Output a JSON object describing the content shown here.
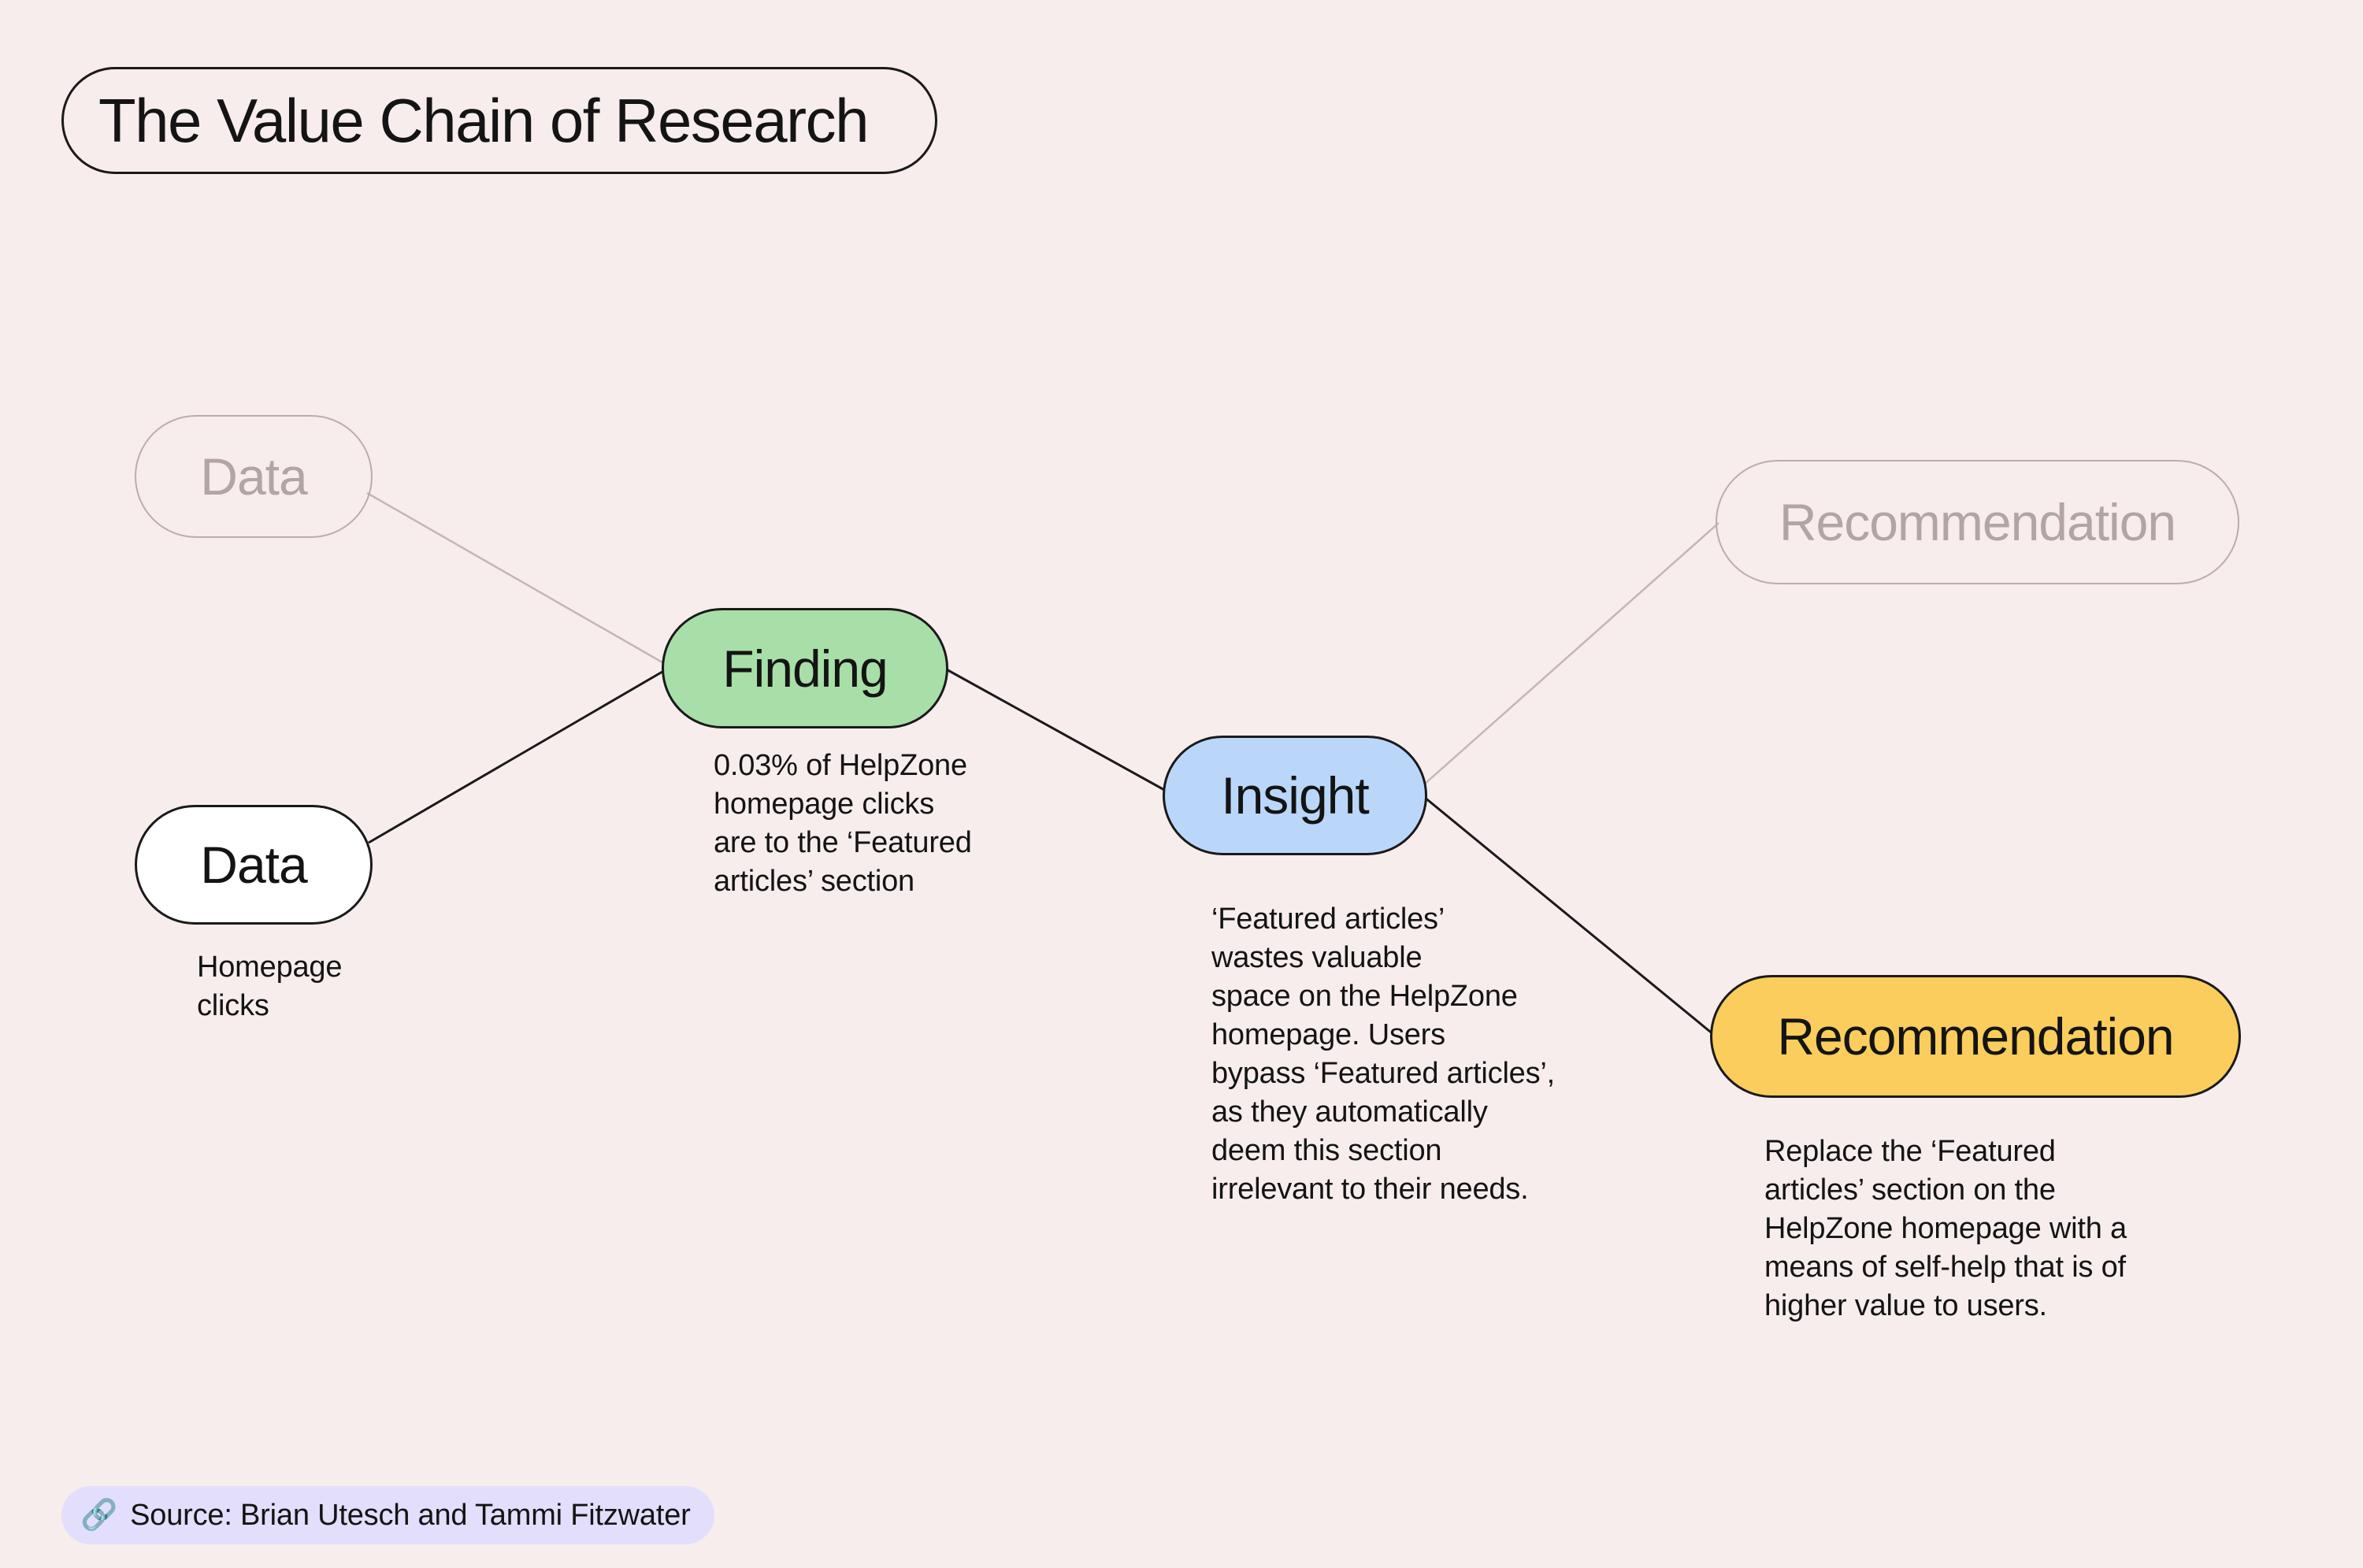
{
  "title": "The Value Chain of Research",
  "nodes": {
    "ghost_data": {
      "label": "Data"
    },
    "data": {
      "label": "Data",
      "caption": "Homepage\nclicks"
    },
    "finding": {
      "label": "Finding",
      "caption": "0.03% of HelpZone\nhomepage clicks\nare to the ‘Featured\narticles’ section"
    },
    "insight": {
      "label": "Insight",
      "caption": "‘Featured articles’\nwastes valuable\nspace on the HelpZone\nhomepage. Users\nbypass ‘Featured articles’,\nas they automatically\ndeem this section\nirrelevant to their needs."
    },
    "ghost_recommendation": {
      "label": "Recommendation"
    },
    "recommendation": {
      "label": "Recommendation",
      "caption": "Replace the ‘Featured\narticles’ section on the\nHelpZone homepage with a\nmeans of self-help that is of\nhigher value to users."
    }
  },
  "edges": [
    {
      "from": "ghost_data",
      "to": "finding",
      "style": "faded"
    },
    {
      "from": "data",
      "to": "finding",
      "style": "solid"
    },
    {
      "from": "finding",
      "to": "insight",
      "style": "solid"
    },
    {
      "from": "insight",
      "to": "ghost_recommendation",
      "style": "faded"
    },
    {
      "from": "insight",
      "to": "recommendation",
      "style": "solid"
    }
  ],
  "source": {
    "icon": "link-icon",
    "text": "Source: Brian Utesch and Tammi Fitzwater"
  },
  "colors": {
    "background": "#f7edec",
    "ink": "#141414",
    "outline": "#1a1a1a",
    "ghost_text": "#b3a4a6",
    "ghost_border": "#bbadaf",
    "finding_green": "#a8dfa8",
    "insight_blue": "#bad7fa",
    "recommendation_yellow": "#facd5c",
    "source_lavender": "#e3defc",
    "data_white": "#ffffff",
    "edge_dark": "#1a1a1a",
    "edge_faded": "#c4b6b8"
  }
}
